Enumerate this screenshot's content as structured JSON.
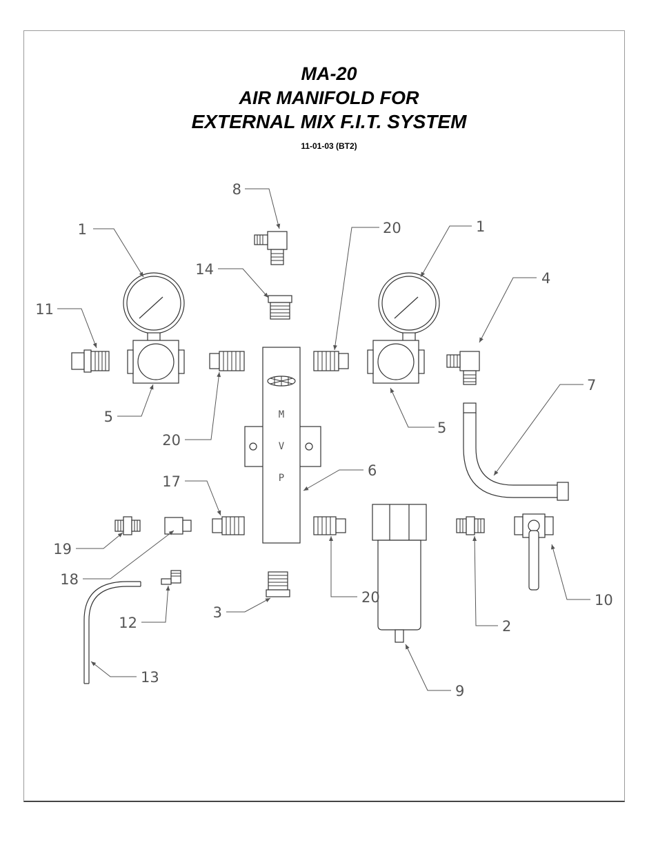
{
  "title": {
    "line1": "MA-20",
    "line2": "AIR MANIFOLD FOR",
    "line3": "EXTERNAL MIX F.I.T. SYSTEM",
    "revision": "11-01-03 (BT2)"
  },
  "manifold_letters": [
    "M",
    "V",
    "P"
  ],
  "callouts": {
    "gauge_left": "1",
    "gauge_right": "1",
    "fitting_8": "8",
    "plug_14": "14",
    "nipple_20_upper_right": "20",
    "elbow_4": "4",
    "coupler_11": "11",
    "regulator_left": "5",
    "regulator_right": "5",
    "nipple_20_upper_left": "20",
    "hose_7": "7",
    "manifold_6": "6",
    "nipple_17": "17",
    "nipple_19": "19",
    "tee_18": "18",
    "elbow_12": "12",
    "plug_3": "3",
    "nipple_20_lower": "20",
    "nipple_2": "2",
    "valve_10": "10",
    "tube_13": "13",
    "filter_9": "9"
  }
}
